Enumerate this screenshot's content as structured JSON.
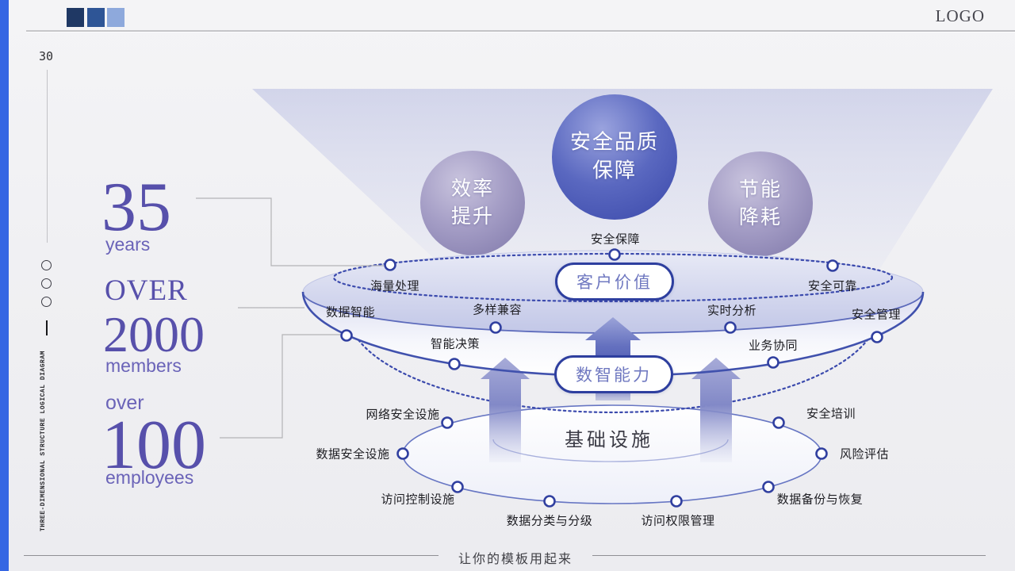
{
  "header": {
    "logo": "LOGO",
    "page_number": "30"
  },
  "side_rail": {
    "vertical_text": "THREE-DIMENSIONAL STRUCTURE LOGICAL DIAGRAM"
  },
  "stats": [
    {
      "prefix": "",
      "value": "35",
      "unit": "years"
    },
    {
      "prefix": "OVER",
      "value": "2000",
      "unit": "members"
    },
    {
      "prefix": "over",
      "value": "100",
      "unit": "employees"
    }
  ],
  "diagram": {
    "spheres": [
      {
        "label": "效率\n提升"
      },
      {
        "label": "安全品质\n保障"
      },
      {
        "label": "节能\n降耗"
      }
    ],
    "top_ring": {
      "pill": "客户价值",
      "items": [
        "海量处理",
        "安全保障",
        "安全可靠"
      ]
    },
    "mid_ring": {
      "pill": "数智能力",
      "items": [
        "数据智能",
        "多样兼容",
        "实时分析",
        "安全管理",
        "智能决策",
        "业务协同"
      ]
    },
    "base_ring": {
      "title": "基础设施",
      "items": [
        "网络安全设施",
        "数据安全设施",
        "访问控制设施",
        "数据分类与分级",
        "访问权限管理",
        "数据备份与恢复",
        "风险评估",
        "安全培训"
      ]
    }
  },
  "footer": {
    "text": "让你的模板用起来"
  },
  "colors": {
    "accent_purple": "#5750ab",
    "ring_blue": "#4051ad",
    "node_stroke": "#3140a0",
    "sphere_center": "#4353b2",
    "sphere_side": "#9a93bf",
    "edge_bar_blue": "#3566e3",
    "logo_squares": [
      "#1f3864",
      "#2e5596",
      "#8ea9dc"
    ]
  }
}
